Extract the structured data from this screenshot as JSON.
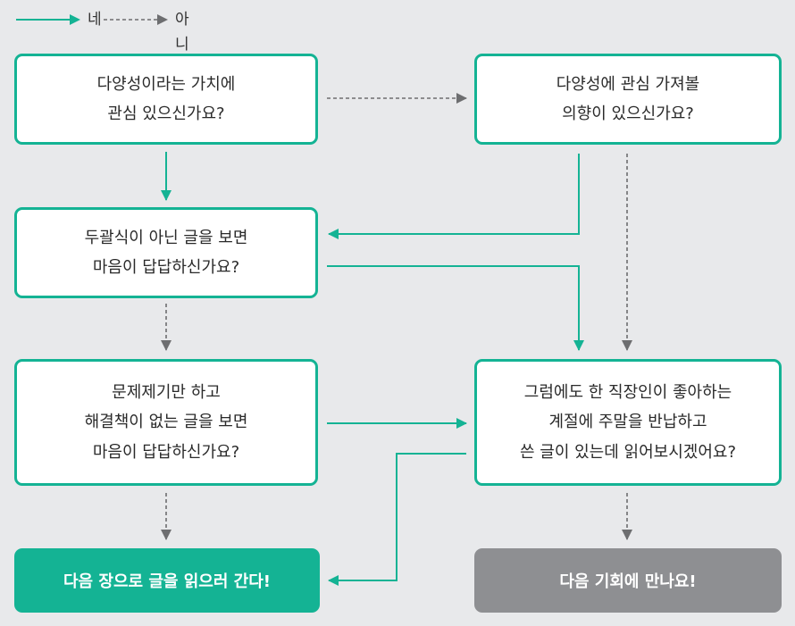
{
  "legend": {
    "yes_label": "네",
    "no_label": "아니오"
  },
  "colors": {
    "yes": "#14b394",
    "no": "#6d6e70",
    "background": "#e8e9eb",
    "terminal_no": "#8e8f92"
  },
  "nodes": {
    "q1": {
      "lines": [
        "다양성이라는 가치에",
        "관심 있으신가요?"
      ]
    },
    "q2": {
      "lines": [
        "다양성에 관심 가져볼",
        "의향이 있으신가요?"
      ]
    },
    "q3": {
      "lines": [
        "두괄식이 아닌 글을 보면",
        "마음이 답답하신가요?"
      ]
    },
    "q4": {
      "lines": [
        "문제제기만 하고",
        "해결책이 없는 글을 보면",
        "마음이 답답하신가요?"
      ]
    },
    "q5": {
      "lines": [
        "그럼에도 한 직장인이 좋아하는",
        "계절에 주말을 반납하고",
        "쓴 글이 있는데 읽어보시겠어요?"
      ]
    }
  },
  "outcomes": {
    "read": "다음 장으로 글을 읽으러 간다!",
    "later": "다음 기회에 만나요!"
  }
}
